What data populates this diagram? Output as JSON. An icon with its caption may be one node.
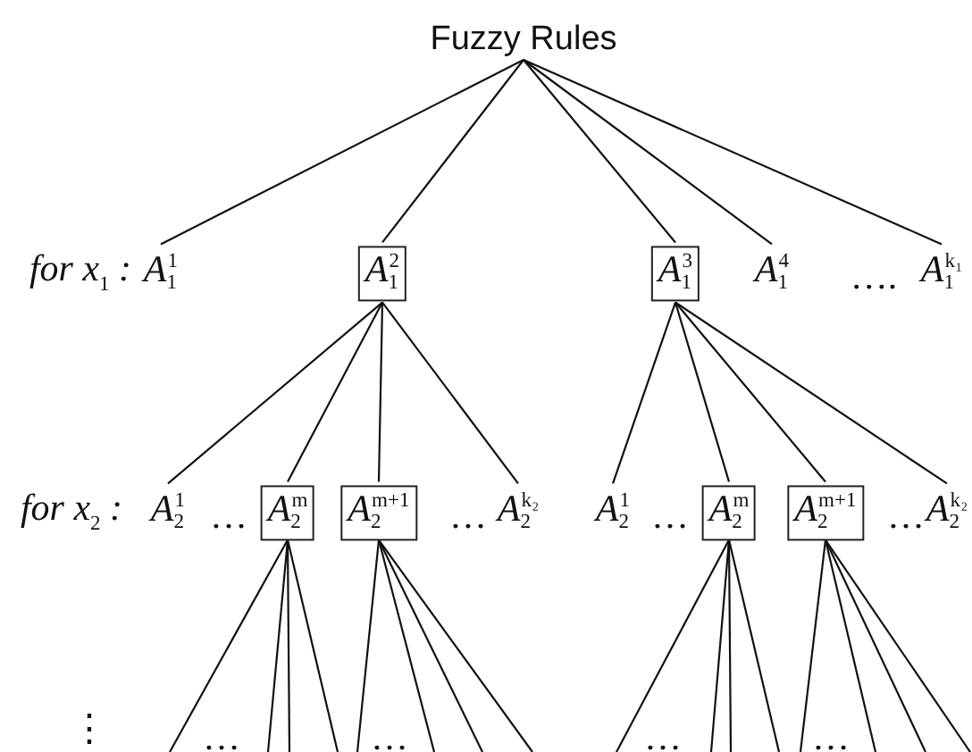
{
  "diagram": {
    "nodes": [
      {
        "text": [
          "Fuzzy Rules"
        ]
      },
      {
        "text": [
          "A$_{1}$$^{1}$"
        ]
      },
      {
        "text": [
          "A$_{1}$$^{2}$"
        ]
      },
      {
        "text": [
          "A$_{1}$$^{3}$"
        ]
      },
      {
        "text": [
          "A$_{1}$$^{4}$"
        ]
      },
      {
        "text": [
          "A$_{1}$$^{k₁}$"
        ]
      },
      {
        "text": [
          "A$_{2}$$^{1}$"
        ]
      },
      {
        "text": [
          "A$_{2}$$^{m}$"
        ]
      },
      {
        "text": [
          "A$_{2}$$^{m+1}$"
        ]
      },
      {
        "text": [
          "A$_{2}$$^{k₂}$"
        ]
      },
      {
        "text": [
          "A$_{2}$$^{1}$"
        ]
      },
      {
        "text": [
          "A$_{2}$$^{m}$"
        ]
      },
      {
        "text": [
          "A$_{2}$$^{m+1}$"
        ]
      },
      {
        "text": [
          "A$_{2}$$^{k₂}$"
        ]
      }
    ],
    "edges": [
      {
        "from": 0,
        "to": 1,
        "arrow": "none"
      },
      {
        "from": 0,
        "to": 2,
        "arrow": "none"
      },
      {
        "from": 0,
        "to": 3,
        "arrow": "none"
      },
      {
        "from": 0,
        "to": 4,
        "arrow": "none"
      },
      {
        "from": 0,
        "to": 5,
        "arrow": "none"
      },
      {
        "from": 2,
        "to": 6,
        "arrow": "none"
      },
      {
        "from": 2,
        "to": 7,
        "arrow": "none"
      },
      {
        "from": 2,
        "to": 8,
        "arrow": "none"
      },
      {
        "from": 2,
        "to": 9,
        "arrow": "none"
      },
      {
        "from": 3,
        "to": 10,
        "arrow": "none"
      },
      {
        "from": 3,
        "to": 11,
        "arrow": "none"
      },
      {
        "from": 3,
        "to": 12,
        "arrow": "none"
      },
      {
        "from": 3,
        "to": 13,
        "arrow": "none"
      },
      {
        "from": 7,
        "to": null,
        "arrow": "none"
      },
      {
        "from": 7,
        "to": null,
        "arrow": "none"
      },
      {
        "from": 7,
        "to": null,
        "arrow": "none"
      },
      {
        "from": 7,
        "to": null,
        "arrow": "none"
      },
      {
        "from": 8,
        "to": null,
        "arrow": "none"
      },
      {
        "from": 8,
        "to": null,
        "arrow": "none"
      },
      {
        "from": 8,
        "to": null,
        "arrow": "none"
      },
      {
        "from": 8,
        "to": null,
        "arrow": "none"
      },
      {
        "from": 11,
        "to": null,
        "arrow": "none"
      },
      {
        "from": 11,
        "to": null,
        "arrow": "none"
      },
      {
        "from": 11,
        "to": null,
        "arrow": "none"
      },
      {
        "from": 11,
        "to": null,
        "arrow": "none"
      },
      {
        "from": 12,
        "to": null,
        "arrow": "none"
      },
      {
        "from": 12,
        "to": null,
        "arrow": "none"
      },
      {
        "from": 12,
        "to": null,
        "arrow": "none"
      },
      {
        "from": 12,
        "to": null,
        "arrow": "none"
      }
    ],
    "labels": [
      "for x$_{1}$ :",
      "….",
      "for x$_{2}$ :",
      "…",
      "…",
      "…",
      "…",
      "⋮",
      "…",
      "…",
      "…",
      "…"
    ]
  }
}
